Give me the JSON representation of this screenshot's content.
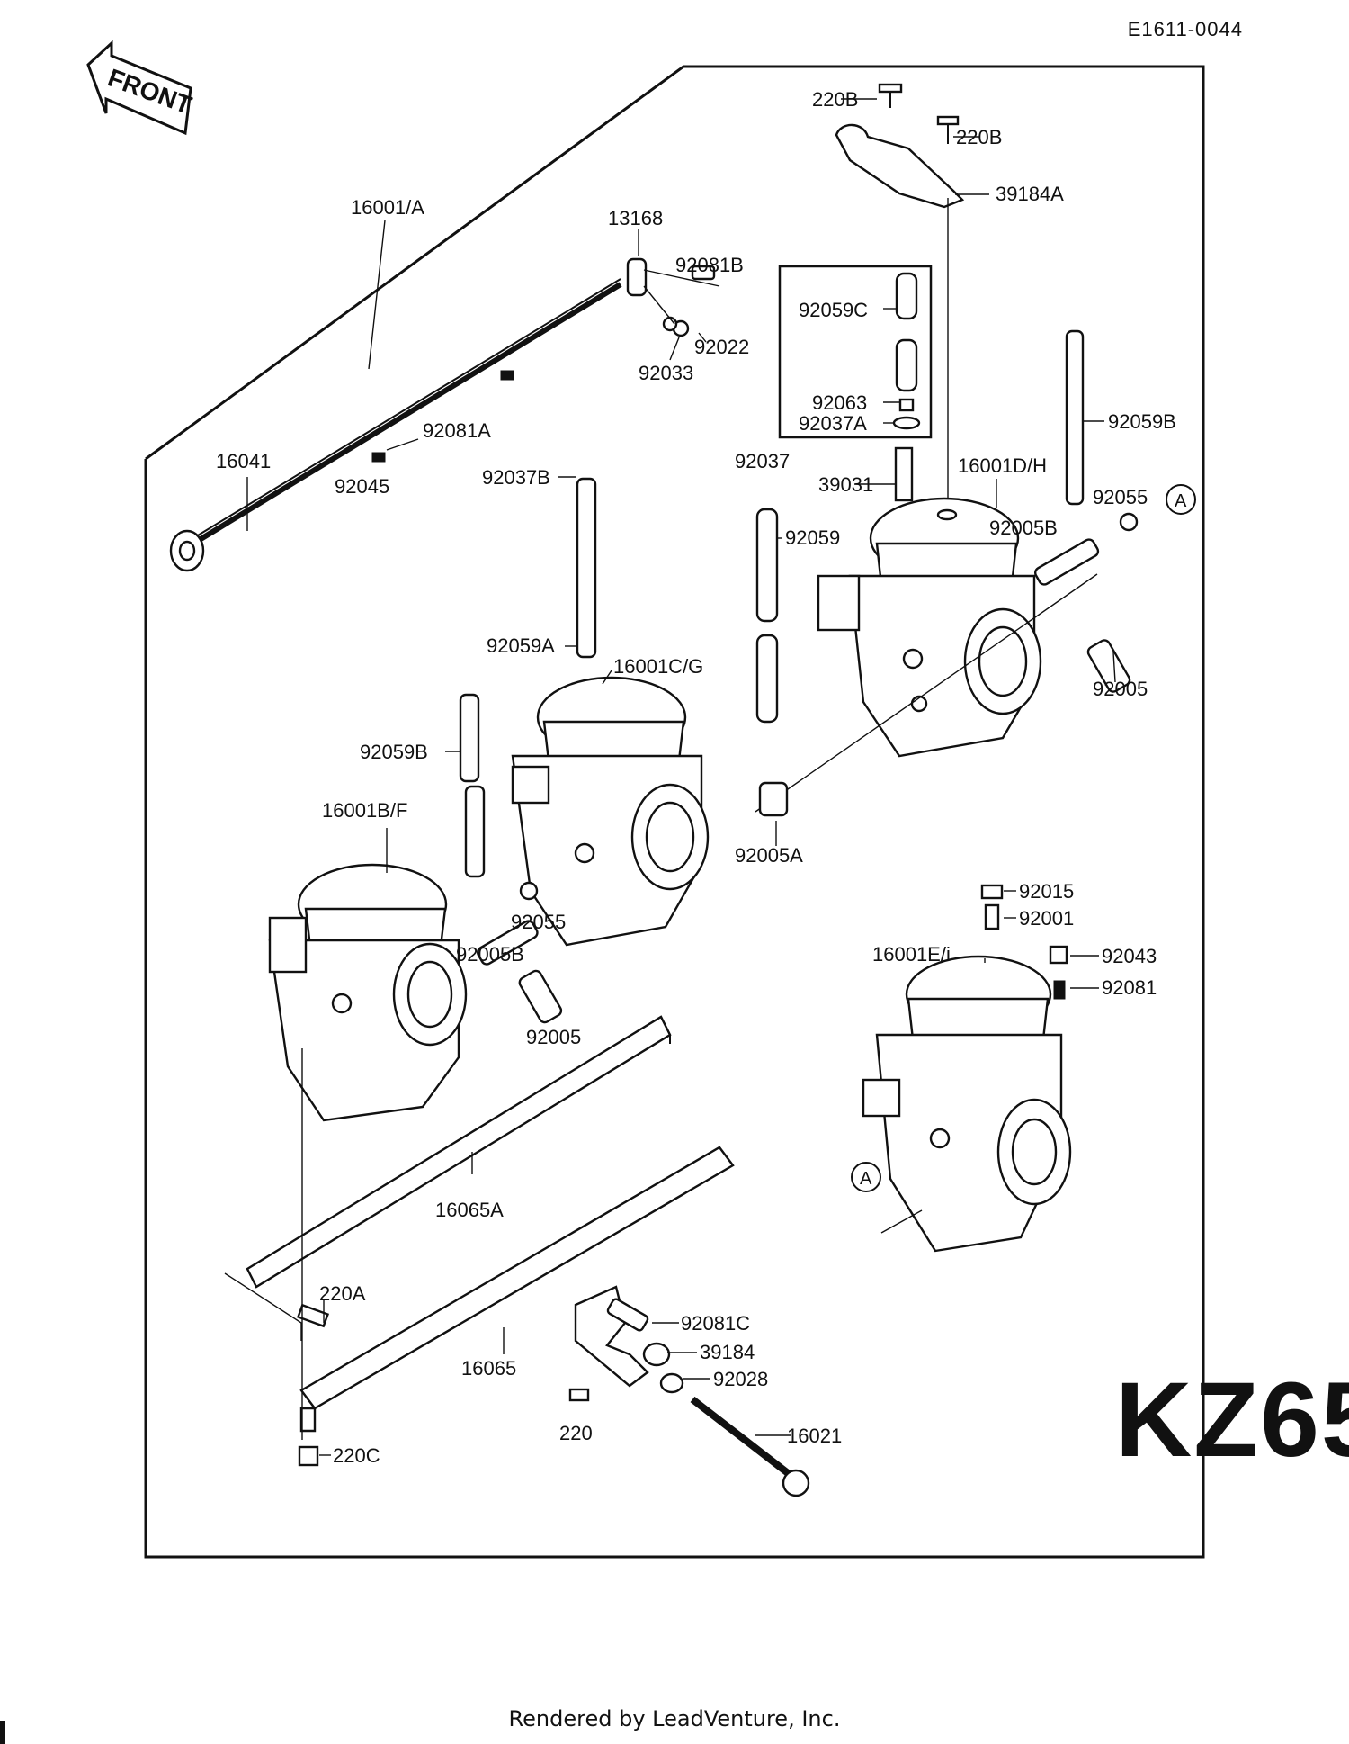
{
  "header": {
    "doc_code": "E1611-0044"
  },
  "front_arrow": {
    "label": "FRONT"
  },
  "brand": {
    "model_text": "KZ65"
  },
  "footer": {
    "text": "Rendered by LeadVenture, Inc."
  },
  "parts": {
    "p220B_top": "220B",
    "p220B_2": "220B",
    "p39184A": "39184A",
    "p13168": "13168",
    "p92081B": "92081B",
    "p92022": "92022",
    "p92033": "92033",
    "p16001A": "16001/A",
    "p92081A": "92081A",
    "p16041": "16041",
    "p92045": "92045",
    "p92059C": "92059C",
    "p92063": "92063",
    "p92037A": "92037A",
    "p92059B_r": "92059B",
    "p92037B": "92037B",
    "p92037": "92037",
    "p39031": "39031",
    "p16001DH": "16001D/H",
    "p92055_r": "92055",
    "pA_r": "A",
    "p92005B_r": "92005B",
    "p92059": "92059",
    "p92059A": "92059A",
    "p16001CG": "16001C/G",
    "p92005_r": "92005",
    "p92059B_l": "92059B",
    "p16001BF": "16001B/F",
    "p92005A": "92005A",
    "p92055_l": "92055",
    "p92005B_l": "92005B",
    "p92005_l": "92005",
    "p92015": "92015",
    "p92001": "92001",
    "p16001Ei": "16001E/i",
    "p92043": "92043",
    "p92081": "92081",
    "pA_l": "A",
    "p16065A": "16065A",
    "p220A": "220A",
    "p92081C": "92081C",
    "p39184": "39184",
    "p16065": "16065",
    "p92028": "92028",
    "p220": "220",
    "p16021": "16021",
    "p220C": "220C"
  }
}
